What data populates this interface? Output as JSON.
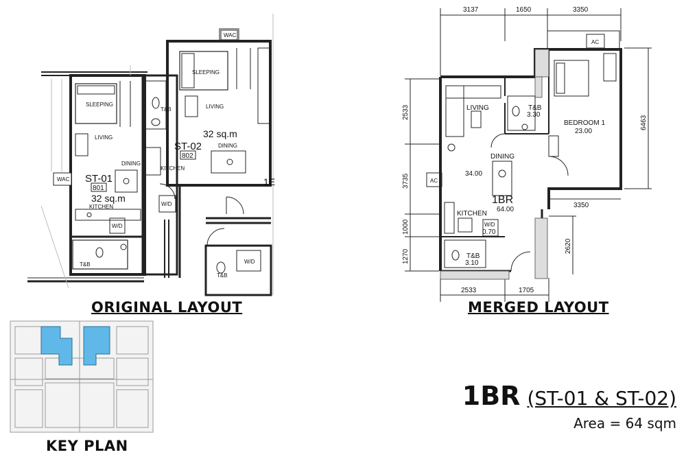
{
  "original": {
    "title": "ORIGINAL LAYOUT",
    "wac": "WAC",
    "st01": {
      "code": "ST-01",
      "number": "801",
      "area": "32 sq.m",
      "sleeping": "SLEEPING",
      "living": "LIVING",
      "dining": "DINING",
      "kitchen": "KITCHEN",
      "wd": "W/D",
      "tb": "T&B"
    },
    "st02": {
      "code": "ST-02",
      "number": "802",
      "area": "32 sq.m",
      "sleeping": "SLEEPING",
      "living": "LIVING",
      "dining": "DINING",
      "kitchen": "KITCHEN",
      "wd": "W/D",
      "tb": "T&B"
    },
    "neighbor": "1E",
    "lower_tb": "T&B",
    "lower_wd": "W/D"
  },
  "merged": {
    "title": "MERGED LAYOUT",
    "dims_top": [
      "3137",
      "1650",
      "3350"
    ],
    "dims_left": [
      "2533",
      "3735",
      "1000",
      "1270"
    ],
    "dim_right": "6463",
    "dim_right_lower": "2620",
    "dim_mid": "3350",
    "dims_bottom": [
      "2533",
      "1705"
    ],
    "ac_top": "AC",
    "ac_left": "AC",
    "living": "LIVING",
    "dining": "DINING",
    "living_dining_area": "34.00",
    "unit": "1BR",
    "unit_area": "64.00",
    "bedroom": "BEDROOM 1",
    "bedroom_area": "23.00",
    "tb_top": "T&B",
    "tb_top_area": "3.30",
    "kitchen": "KITCHEN",
    "wd": "W/D",
    "wd_area": "0.70",
    "tb_bottom": "T&B",
    "tb_bottom_area": "3.10"
  },
  "key_plan": {
    "title": "KEY PLAN",
    "highlight_color": "#5fb8e8"
  },
  "summary": {
    "unit_code": "1BR",
    "merge_label": "(ST-01 & ST-02)",
    "area": "Area = 64 sqm"
  }
}
